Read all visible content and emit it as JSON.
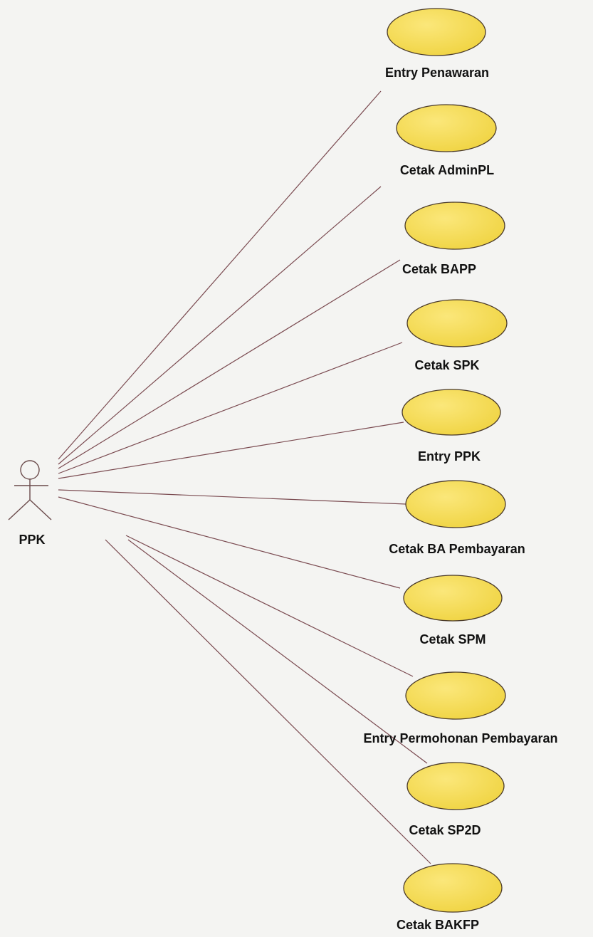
{
  "actor": {
    "name": "PPK"
  },
  "colors": {
    "usecase_fill": "#f7df55",
    "usecase_stroke": "#4a3a2a",
    "association": "#7a4a50",
    "actor": "#6a4a4a",
    "background": "#f4f4f2"
  },
  "use_cases": [
    "Entry Penawaran",
    "Cetak AdminPL",
    "Cetak BAPP",
    "Cetak SPK",
    "Entry PPK",
    "Cetak BA Pembayaran",
    "Cetak SPM",
    "Entry Permohonan Pembayaran",
    "Cetak SP2D",
    "Cetak BAKFP"
  ]
}
